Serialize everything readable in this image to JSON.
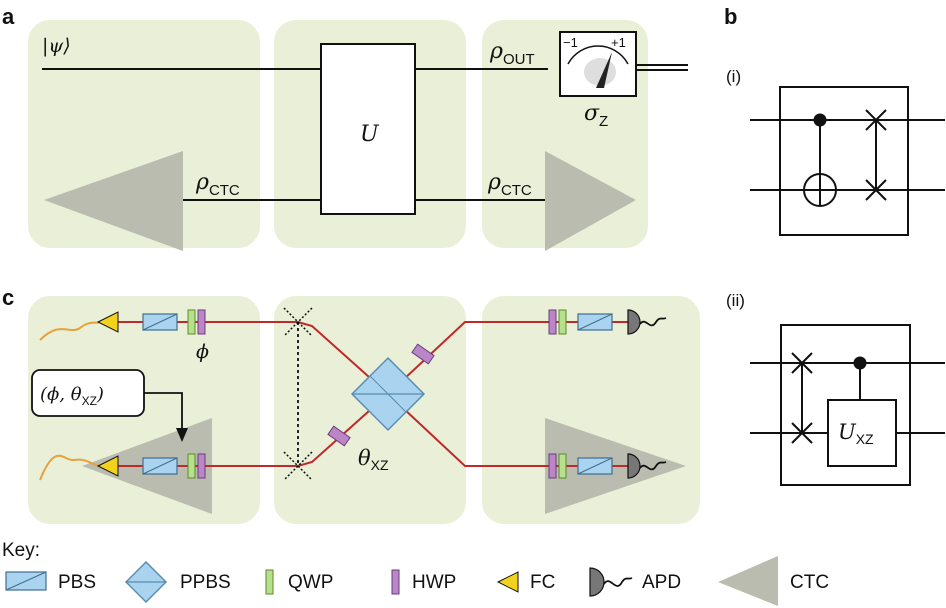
{
  "panels": {
    "a": "a",
    "b": "b",
    "c": "c",
    "sub_i": "(i)",
    "sub_ii": "(ii)"
  },
  "panel_a": {
    "psi": "|ψ⟩",
    "rho": "ρ",
    "out_sub": "OUT",
    "ctc_sub": "CTC",
    "unitary": "U",
    "meter_minus": "−1",
    "meter_plus": "+1",
    "sigma": "σ",
    "sigma_sub": "Z"
  },
  "panel_b": {
    "u_label": "U",
    "u_sub": "XZ"
  },
  "panel_c": {
    "phi": "ϕ",
    "control_box": "(ϕ, θ",
    "control_sub": "XZ",
    "control_close": ")",
    "theta": "θ",
    "theta_sub": "XZ"
  },
  "key": {
    "title": "Key:",
    "items": [
      "PBS",
      "PPBS",
      "QWP",
      "HWP",
      "FC",
      "APD",
      "CTC"
    ]
  },
  "colors": {
    "panel_bg": "#eaf0d8",
    "ctc_triangle": "#b9bcae",
    "beam": "#c0282a",
    "pbs": "#a9d3ee",
    "qwp": "#b7e08a",
    "hwp": "#bb86c8",
    "fc": "#f2d21d",
    "fiber": "#e6a23c",
    "apd": "#777777"
  }
}
